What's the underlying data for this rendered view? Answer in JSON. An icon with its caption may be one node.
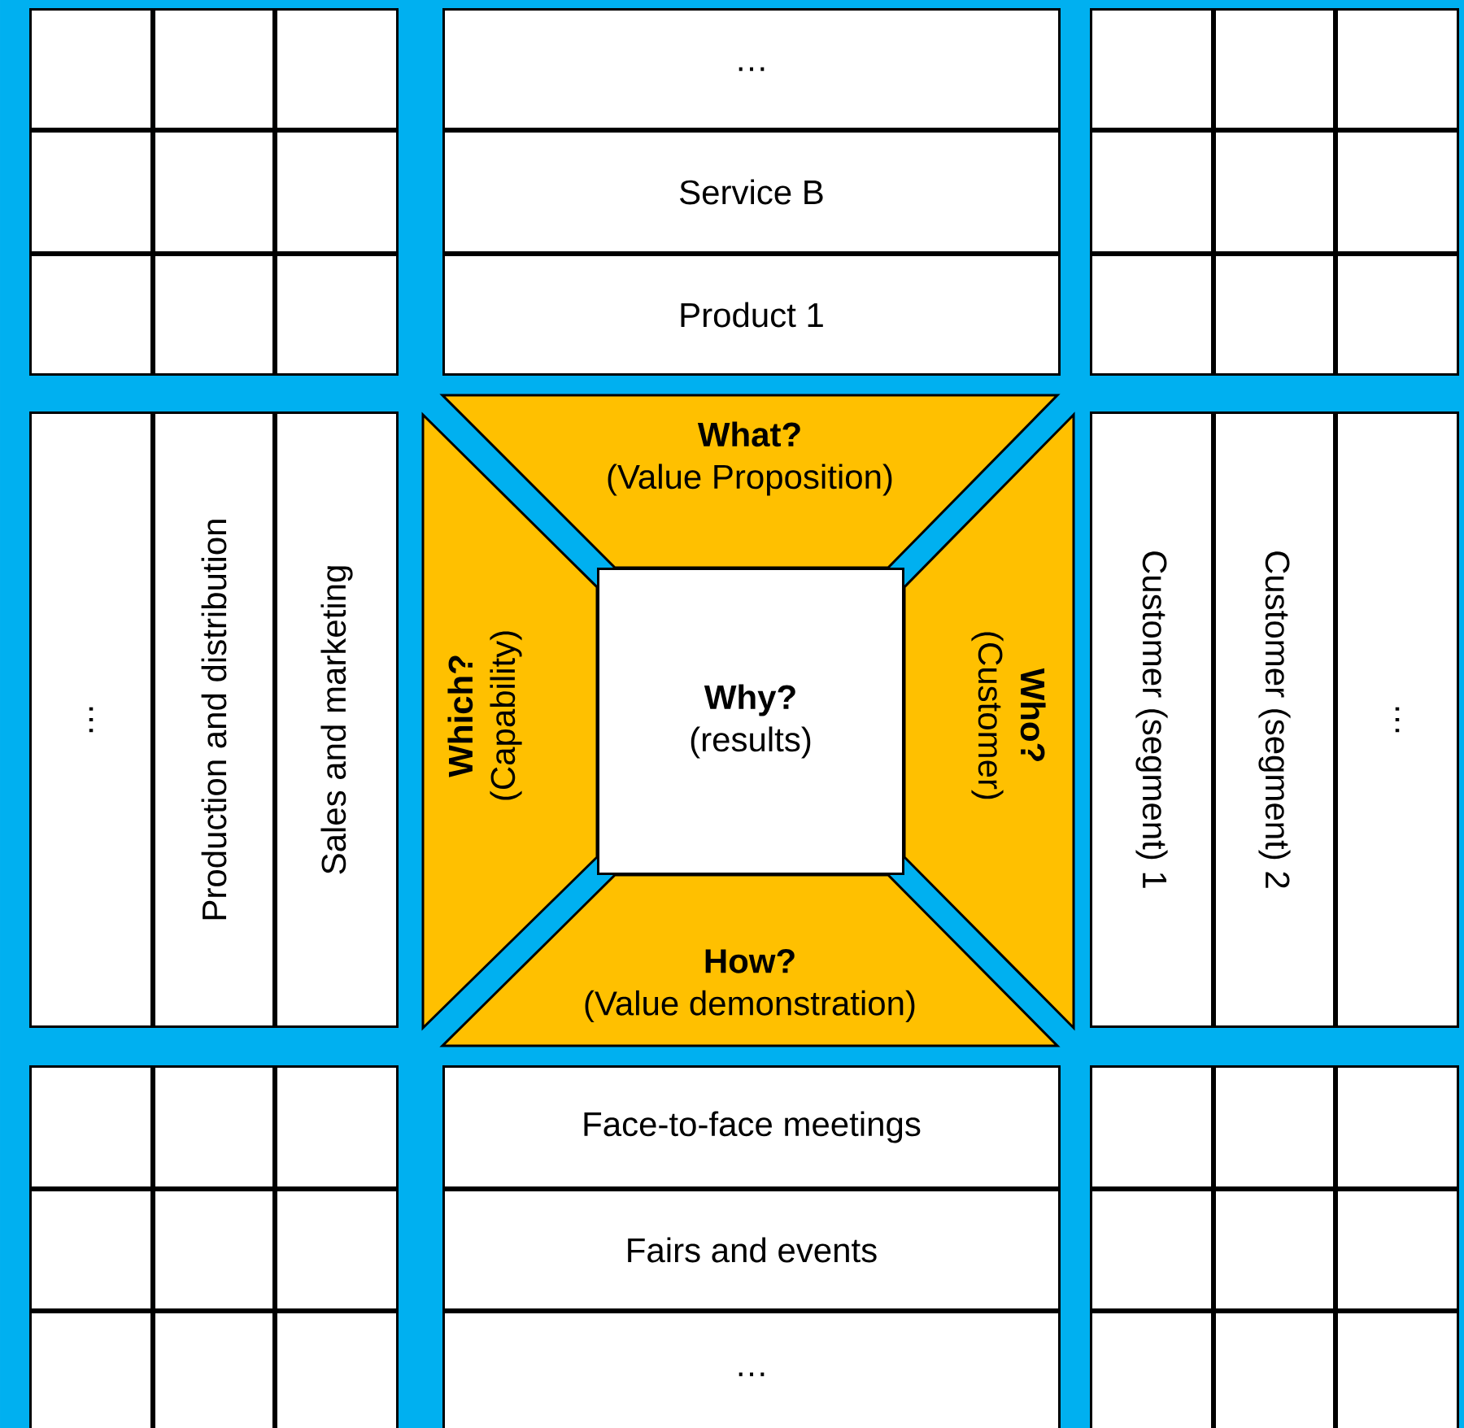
{
  "diagram": {
    "nodes": [
      {
        "text": [],
        "shape": "box"
      },
      {
        "text": [],
        "shape": "box"
      },
      {
        "text": [],
        "shape": "box"
      },
      {
        "text": [],
        "shape": "box"
      },
      {
        "text": [],
        "shape": "box"
      },
      {
        "text": [],
        "shape": "box"
      },
      {
        "text": [],
        "shape": "box"
      },
      {
        "text": [],
        "shape": "box"
      },
      {
        "text": [],
        "shape": "box"
      },
      {
        "text": [
          "…"
        ]
      },
      {
        "text": [
          "Service B"
        ]
      },
      {
        "text": [
          "Product 1"
        ]
      },
      {
        "text": [],
        "shape": "box"
      },
      {
        "text": [],
        "shape": "box"
      },
      {
        "text": [],
        "shape": "box"
      },
      {
        "text": [],
        "shape": "box"
      },
      {
        "text": [],
        "shape": "box"
      },
      {
        "text": [],
        "shape": "box"
      },
      {
        "text": [],
        "shape": "box"
      },
      {
        "text": [],
        "shape": "box"
      },
      {
        "text": [],
        "shape": "box"
      },
      {
        "text": [
          "…"
        ]
      },
      {
        "text": [
          "Production and distribution"
        ]
      },
      {
        "text": [
          "Sales and marketing"
        ]
      },
      {
        "text": [
          "What?",
          "(Value Proposition)"
        ]
      },
      {
        "text": [
          "Which?",
          "(Capability)"
        ]
      },
      {
        "text": [
          "Why?",
          "(results)"
        ]
      },
      {
        "text": [
          "Who?",
          "(Customer)"
        ]
      },
      {
        "text": [
          "How?",
          "(Value demonstration)"
        ]
      },
      {
        "text": [
          "Customer (segment) 1"
        ]
      },
      {
        "text": [
          "Customer (segment) 2"
        ]
      },
      {
        "text": [
          "…"
        ]
      },
      {
        "text": [],
        "shape": "box"
      },
      {
        "text": [],
        "shape": "box"
      },
      {
        "text": [],
        "shape": "box"
      },
      {
        "text": [],
        "shape": "box"
      },
      {
        "text": [],
        "shape": "box"
      },
      {
        "text": [],
        "shape": "box"
      },
      {
        "text": [],
        "shape": "box"
      },
      {
        "text": [],
        "shape": "box"
      },
      {
        "text": [],
        "shape": "box"
      },
      {
        "text": [
          "Face-to-face meetings"
        ]
      },
      {
        "text": [
          "Fairs and events"
        ]
      },
      {
        "text": [
          "…"
        ]
      },
      {
        "text": [],
        "shape": "box"
      },
      {
        "text": [],
        "shape": "box"
      },
      {
        "text": [],
        "shape": "box"
      },
      {
        "text": [],
        "shape": "box"
      },
      {
        "text": [],
        "shape": "box"
      },
      {
        "text": [],
        "shape": "box"
      },
      {
        "text": [],
        "shape": "box"
      },
      {
        "text": [],
        "shape": "box"
      },
      {
        "text": [],
        "shape": "box"
      }
    ]
  }
}
